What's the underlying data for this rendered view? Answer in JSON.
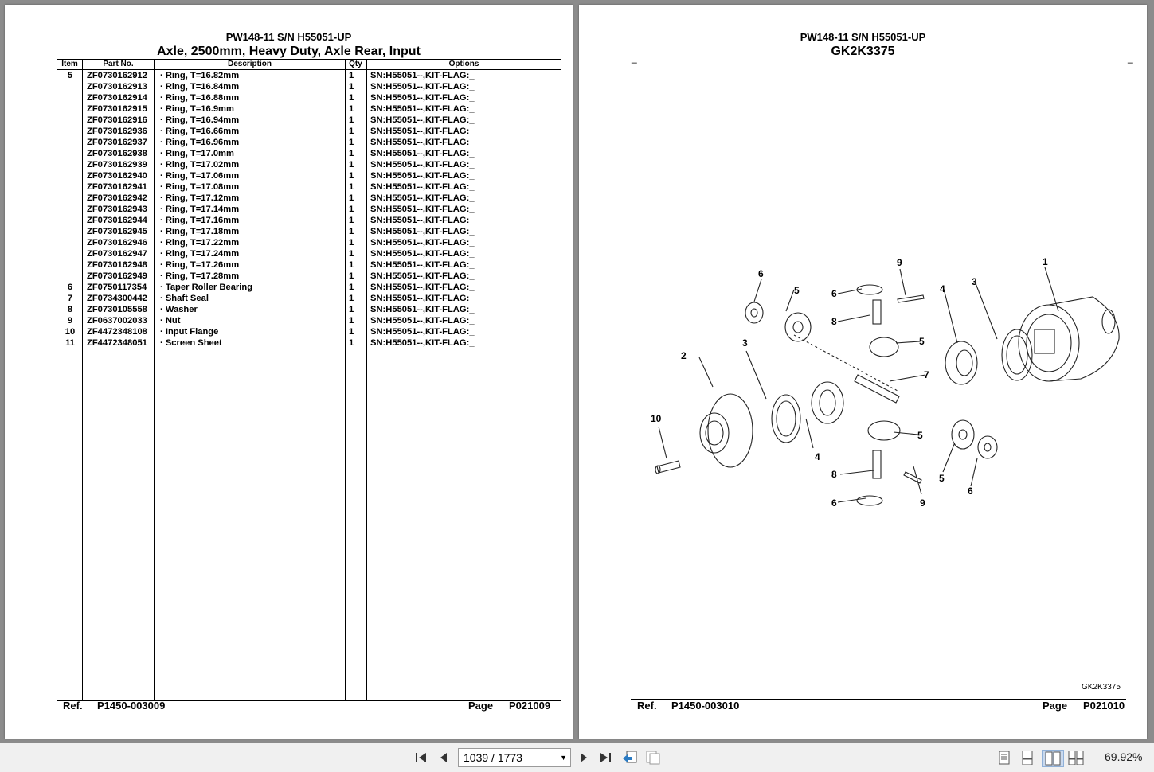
{
  "left_page": {
    "title_line1": "PW148-11 S/N H55051-UP",
    "title_line2": "Axle, 2500mm, Heavy Duty, Axle Rear, Input",
    "columns": [
      "Item",
      "Part No.",
      "Description",
      "Qty",
      "Options"
    ],
    "rows": [
      {
        "item": "5",
        "part": "ZF0730162912",
        "desc": "·  Ring, T=16.82mm",
        "qty": "1",
        "opt": "SN:H55051--,KIT-FLAG:_"
      },
      {
        "item": "",
        "part": "ZF0730162913",
        "desc": "·  Ring, T=16.84mm",
        "qty": "1",
        "opt": "SN:H55051--,KIT-FLAG:_"
      },
      {
        "item": "",
        "part": "ZF0730162914",
        "desc": "·  Ring, T=16.88mm",
        "qty": "1",
        "opt": "SN:H55051--,KIT-FLAG:_"
      },
      {
        "item": "",
        "part": "ZF0730162915",
        "desc": "·  Ring, T=16.9mm",
        "qty": "1",
        "opt": "SN:H55051--,KIT-FLAG:_"
      },
      {
        "item": "",
        "part": "ZF0730162916",
        "desc": "·  Ring, T=16.94mm",
        "qty": "1",
        "opt": "SN:H55051--,KIT-FLAG:_"
      },
      {
        "item": "",
        "part": "ZF0730162936",
        "desc": "·  Ring, T=16.66mm",
        "qty": "1",
        "opt": "SN:H55051--,KIT-FLAG:_"
      },
      {
        "item": "",
        "part": "ZF0730162937",
        "desc": "·  Ring, T=16.96mm",
        "qty": "1",
        "opt": "SN:H55051--,KIT-FLAG:_"
      },
      {
        "item": "",
        "part": "ZF0730162938",
        "desc": "·  Ring, T=17.0mm",
        "qty": "1",
        "opt": "SN:H55051--,KIT-FLAG:_"
      },
      {
        "item": "",
        "part": "ZF0730162939",
        "desc": "·  Ring, T=17.02mm",
        "qty": "1",
        "opt": "SN:H55051--,KIT-FLAG:_"
      },
      {
        "item": "",
        "part": "ZF0730162940",
        "desc": "·  Ring, T=17.06mm",
        "qty": "1",
        "opt": "SN:H55051--,KIT-FLAG:_"
      },
      {
        "item": "",
        "part": "ZF0730162941",
        "desc": "·  Ring, T=17.08mm",
        "qty": "1",
        "opt": "SN:H55051--,KIT-FLAG:_"
      },
      {
        "item": "",
        "part": "ZF0730162942",
        "desc": "·  Ring, T=17.12mm",
        "qty": "1",
        "opt": "SN:H55051--,KIT-FLAG:_"
      },
      {
        "item": "",
        "part": "ZF0730162943",
        "desc": "·  Ring, T=17.14mm",
        "qty": "1",
        "opt": "SN:H55051--,KIT-FLAG:_"
      },
      {
        "item": "",
        "part": "ZF0730162944",
        "desc": "·  Ring, T=17.16mm",
        "qty": "1",
        "opt": "SN:H55051--,KIT-FLAG:_"
      },
      {
        "item": "",
        "part": "ZF0730162945",
        "desc": "·  Ring, T=17.18mm",
        "qty": "1",
        "opt": "SN:H55051--,KIT-FLAG:_"
      },
      {
        "item": "",
        "part": "ZF0730162946",
        "desc": "·  Ring, T=17.22mm",
        "qty": "1",
        "opt": "SN:H55051--,KIT-FLAG:_"
      },
      {
        "item": "",
        "part": "ZF0730162947",
        "desc": "·  Ring, T=17.24mm",
        "qty": "1",
        "opt": "SN:H55051--,KIT-FLAG:_"
      },
      {
        "item": "",
        "part": "ZF0730162948",
        "desc": "·  Ring, T=17.26mm",
        "qty": "1",
        "opt": "SN:H55051--,KIT-FLAG:_"
      },
      {
        "item": "",
        "part": "ZF0730162949",
        "desc": "·  Ring, T=17.28mm",
        "qty": "1",
        "opt": "SN:H55051--,KIT-FLAG:_"
      },
      {
        "item": "6",
        "part": "ZF0750117354",
        "desc": "·  Taper Roller Bearing",
        "qty": "1",
        "opt": "SN:H55051--,KIT-FLAG:_"
      },
      {
        "item": "7",
        "part": "ZF0734300442",
        "desc": "·  Shaft Seal",
        "qty": "1",
        "opt": "SN:H55051--,KIT-FLAG:_"
      },
      {
        "item": "8",
        "part": "ZF0730105558",
        "desc": "·  Washer",
        "qty": "1",
        "opt": "SN:H55051--,KIT-FLAG:_"
      },
      {
        "item": "9",
        "part": "ZF0637002033",
        "desc": "·  Nut",
        "qty": "1",
        "opt": "SN:H55051--,KIT-FLAG:_"
      },
      {
        "item": "10",
        "part": "ZF4472348108",
        "desc": "·  Input Flange",
        "qty": "1",
        "opt": "SN:H55051--,KIT-FLAG:_"
      },
      {
        "item": "11",
        "part": "ZF4472348051",
        "desc": "·  Screen Sheet",
        "qty": "1",
        "opt": "SN:H55051--,KIT-FLAG:_"
      }
    ],
    "ref_label": "Ref.",
    "ref_value": "P1450-003009",
    "page_label": "Page",
    "page_value": "P021009"
  },
  "right_page": {
    "title_line1": "PW148-11 S/N H55051-UP",
    "title_line2": "GK2K3375",
    "figure_id": "GK2K3375",
    "callouts": [
      "1",
      "2",
      "3",
      "3",
      "4",
      "4",
      "5",
      "5",
      "5",
      "5",
      "6",
      "6",
      "6",
      "6",
      "7",
      "8",
      "8",
      "9",
      "9",
      "10"
    ],
    "ref_label": "Ref.",
    "ref_value": "P1450-003010",
    "page_label": "Page",
    "page_value": "P021010"
  },
  "toolbar": {
    "page_indicator": "1039 / 1773",
    "zoom": "69.92%",
    "icons": [
      "first-page-icon",
      "prev-page-icon",
      "next-page-icon",
      "last-page-icon",
      "go-back-icon",
      "go-forward-icon",
      "single-page-icon",
      "continuous-icon",
      "two-page-icon",
      "two-page-continuous-icon"
    ]
  }
}
